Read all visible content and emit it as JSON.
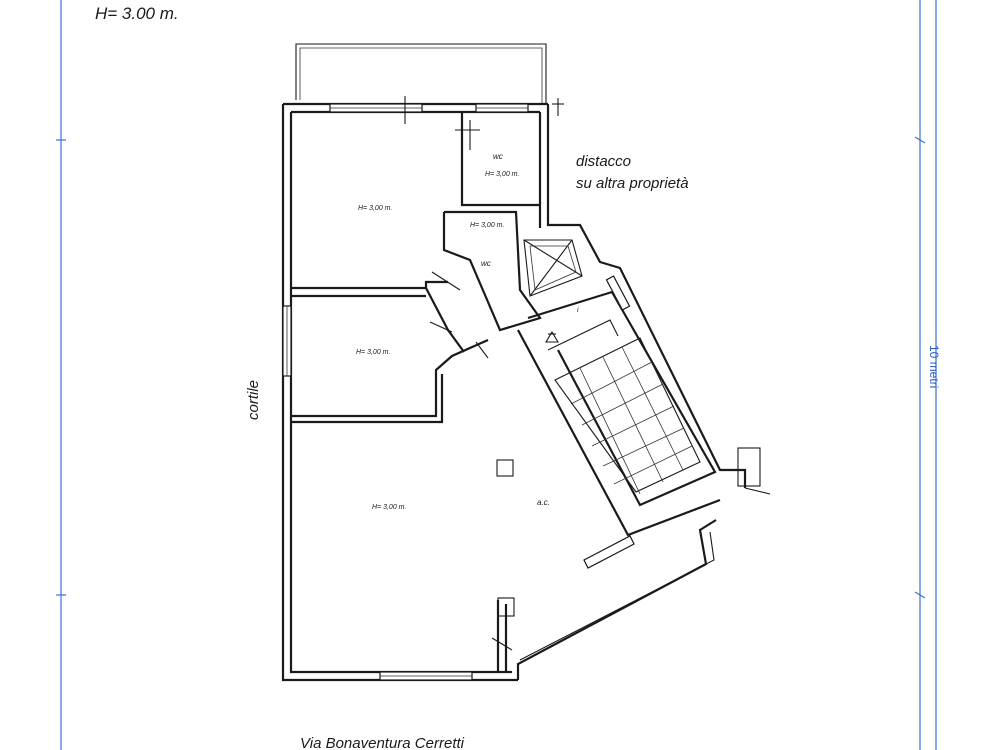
{
  "header": {
    "height_label": "H= 3.00 m."
  },
  "labels": {
    "distacco_line1": "distacco",
    "distacco_line2": "su altra proprietà",
    "cortile": "cortile",
    "street": "Via Bonaventura Cerretti",
    "scale": "10 metri"
  },
  "rooms": {
    "room_top_left": {
      "height": "H= 3,00 m."
    },
    "wc_top": {
      "name": "wc",
      "height": "H= 3,00 m."
    },
    "wc_mid": {
      "name": "wc",
      "height": "H= 3,00 m."
    },
    "room_mid_left": {
      "height": "H= 3,00 m."
    },
    "room_bottom": {
      "height": "H= 3,00 m.",
      "tag": "a.c."
    }
  },
  "stair": {
    "marker": "i"
  }
}
